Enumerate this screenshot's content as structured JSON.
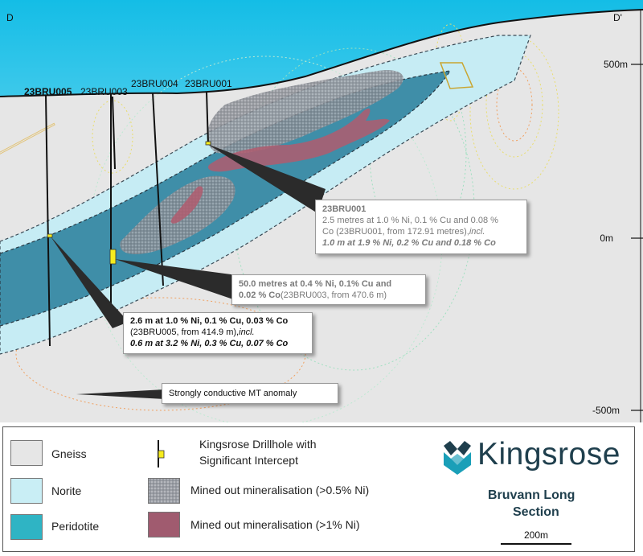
{
  "section": {
    "left_label": "D",
    "right_label": "D'",
    "elevations": [
      "500m",
      "0m",
      "-500m"
    ],
    "drillholes": [
      "23BRU005",
      "23BRU003",
      "23BRU004",
      "23BRU001"
    ]
  },
  "callouts": {
    "bru001": {
      "title": "23BRU001",
      "line1": "2.5 metres at 1.0 % Ni, 0.1 % Cu and 0.08 %",
      "line2a": "Co (23BRU001, from 172.91 metres),",
      "line2b": "incl.",
      "line3": "1.0 m at 1.9 % Ni, 0.2 % Cu and 0.18 % Co"
    },
    "bru003": {
      "line1": "50.0 metres at 0.4 % Ni, 0.1% Cu and",
      "line2a": "0.02 % Co",
      "line2b": "(23BRU003, from 470.6 m)"
    },
    "bru005": {
      "line1": "2.6 m at 1.0 % Ni, 0.1 % Cu, 0.03 % Co",
      "line2a": "(23BRU005, from 414.9 m),",
      "line2b": "incl.",
      "line3": "0.6 m at 3.2 % Ni, 0.3 % Cu, 0.07 % Co"
    },
    "mt": {
      "text": "Strongly conductive MT anomaly"
    }
  },
  "legend": {
    "items": [
      {
        "label": "Gneiss",
        "color": "#e6e6e6"
      },
      {
        "label": "Norite",
        "color": "#c9eef5"
      },
      {
        "label": "Peridotite",
        "color": "#2fb4c4"
      }
    ],
    "drillhole_label_1": "Kingsrose Drillhole with",
    "drillhole_label_2": "Significant Intercept",
    "mined_05": "Mined out mineralisation (>0.5% Ni)",
    "mined_1": "Mined out mineralisation (>1% Ni)"
  },
  "brand": {
    "name": "Kingsrose",
    "map_title_1": "Bruvann Long",
    "map_title_2": "Section",
    "scale": "200m"
  },
  "colors": {
    "sky": "#22c6ea",
    "gneiss": "#e6e6e6",
    "norite": "#c9eef5",
    "peridotite": "#3a8ba3",
    "mined_hi": "#b05c6e",
    "brand_dark": "#1f3f4d",
    "brand_teal": "#1a9fb8"
  }
}
